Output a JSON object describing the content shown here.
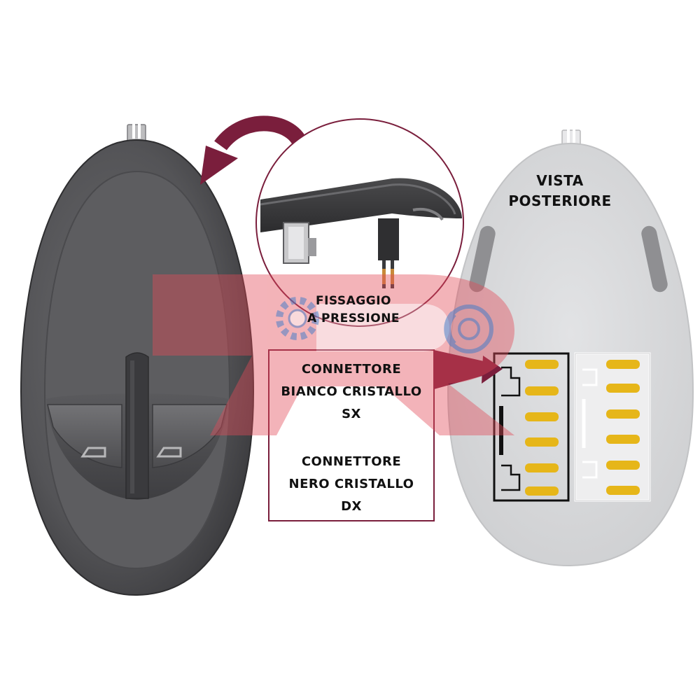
{
  "labels": {
    "rear_view": [
      "VISTA",
      "POSTERIORE"
    ],
    "press_fit": [
      "FISSAGGIO",
      "A PRESSIONE"
    ],
    "connector_white": [
      "CONNETTORE",
      "BIANCO CRISTALLO",
      "SX"
    ],
    "connector_black": [
      "CONNETTORE",
      "NERO CRISTALLO",
      "DX"
    ]
  },
  "colors": {
    "background": "#ffffff",
    "switch_body": "#5b5b5e",
    "rear_body": "#dadbdd",
    "accent_maroon": "#7a1e3c",
    "watermark_red": "#e34b59",
    "pin_yellow": "#e6b619"
  }
}
